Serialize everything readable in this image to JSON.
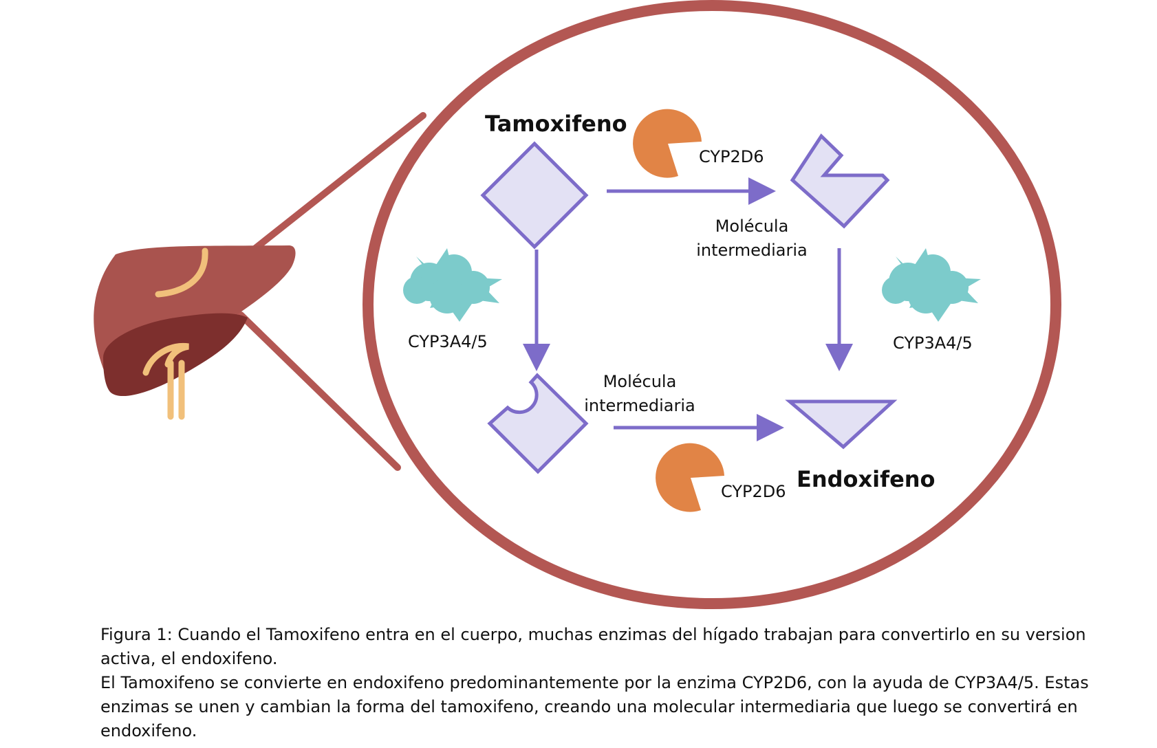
{
  "colors": {
    "ring": "#b35753",
    "liver_body": "#a9534e",
    "liver_lobe": "#7d2f2d",
    "bile": "#f1c07b",
    "molecule_fill": "#e3e1f4",
    "molecule_stroke": "#7d6cc9",
    "arrow": "#7d6cc9",
    "cyp2d6": "#e18446",
    "cyp3a4": "#7ccbcb",
    "text": "#111111"
  },
  "icons": {
    "liver": "liver-icon",
    "cyp2d6": "pacman-enzyme-icon",
    "cyp3a4": "spiky-blob-enzyme-icon"
  },
  "labels": {
    "tamoxifeno": "Tamoxifeno",
    "endoxifeno": "Endoxifeno",
    "cyp2d6_top": "CYP2D6",
    "cyp2d6_bottom": "CYP2D6",
    "cyp3a4_left": "CYP3A4/5",
    "cyp3a4_right": "CYP3A4/5",
    "intermediate_top_line1": "Molécula",
    "intermediate_top_line2": "intermediaria",
    "intermediate_bottom_line1": "Molécula",
    "intermediate_bottom_line2": "intermediaria"
  },
  "caption": {
    "line1": "Figura 1: Cuando el Tamoxifeno entra en el cuerpo, muchas enzimas del hígado trabajan para convertirlo en su version activa, el endoxifeno.",
    "line2": "El Tamoxifeno se convierte en endoxifeno predominantemente por la enzima CYP2D6, con la ayuda de CYP3A4/5. Estas enzimas se unen y cambian la forma del tamoxifeno, creando una molecular intermediaria que luego se convertirá en endoxifeno."
  }
}
